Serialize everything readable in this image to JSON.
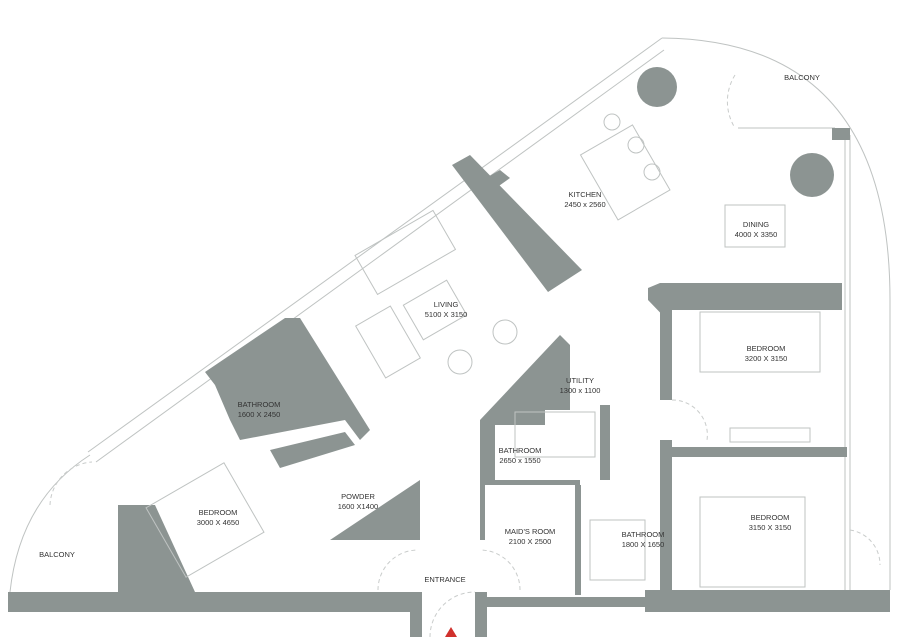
{
  "colors": {
    "wall": "#8c9492",
    "line": "#bfc3c2",
    "entrance_marker": "#d0312d"
  },
  "rooms": [
    {
      "id": "balcony-top",
      "name": "BALCONY",
      "size": ""
    },
    {
      "id": "kitchen",
      "name": "KITCHEN",
      "size": "2450 x 2560"
    },
    {
      "id": "dining",
      "name": "DINING",
      "size": "4000 X 3350"
    },
    {
      "id": "living",
      "name": "LIVING",
      "size": "5100 X  3150"
    },
    {
      "id": "bedroom-1",
      "name": "BEDROOM",
      "size": "3200 X 3150"
    },
    {
      "id": "utility",
      "name": "UTILITY",
      "size": "1300 x 1100"
    },
    {
      "id": "bathroom-1",
      "name": "BATHROOM",
      "size": "1600 X 2450"
    },
    {
      "id": "bathroom-2",
      "name": "BATHROOM",
      "size": "2650 x 1550"
    },
    {
      "id": "powder",
      "name": "POWDER",
      "size": "1600 X1400"
    },
    {
      "id": "bedroom-2",
      "name": "BEDROOM",
      "size": "3000 X 4650"
    },
    {
      "id": "maids-room",
      "name": "MAID'S ROOM",
      "size": "2100 X 2500"
    },
    {
      "id": "bathroom-3",
      "name": "BATHROOM",
      "size": "1800 X 1650"
    },
    {
      "id": "bedroom-3",
      "name": "BEDROOM",
      "size": "3150 X 3150"
    },
    {
      "id": "balcony-left",
      "name": "BALCONY",
      "size": ""
    },
    {
      "id": "entrance",
      "name": "ENTRANCE",
      "size": ""
    }
  ]
}
